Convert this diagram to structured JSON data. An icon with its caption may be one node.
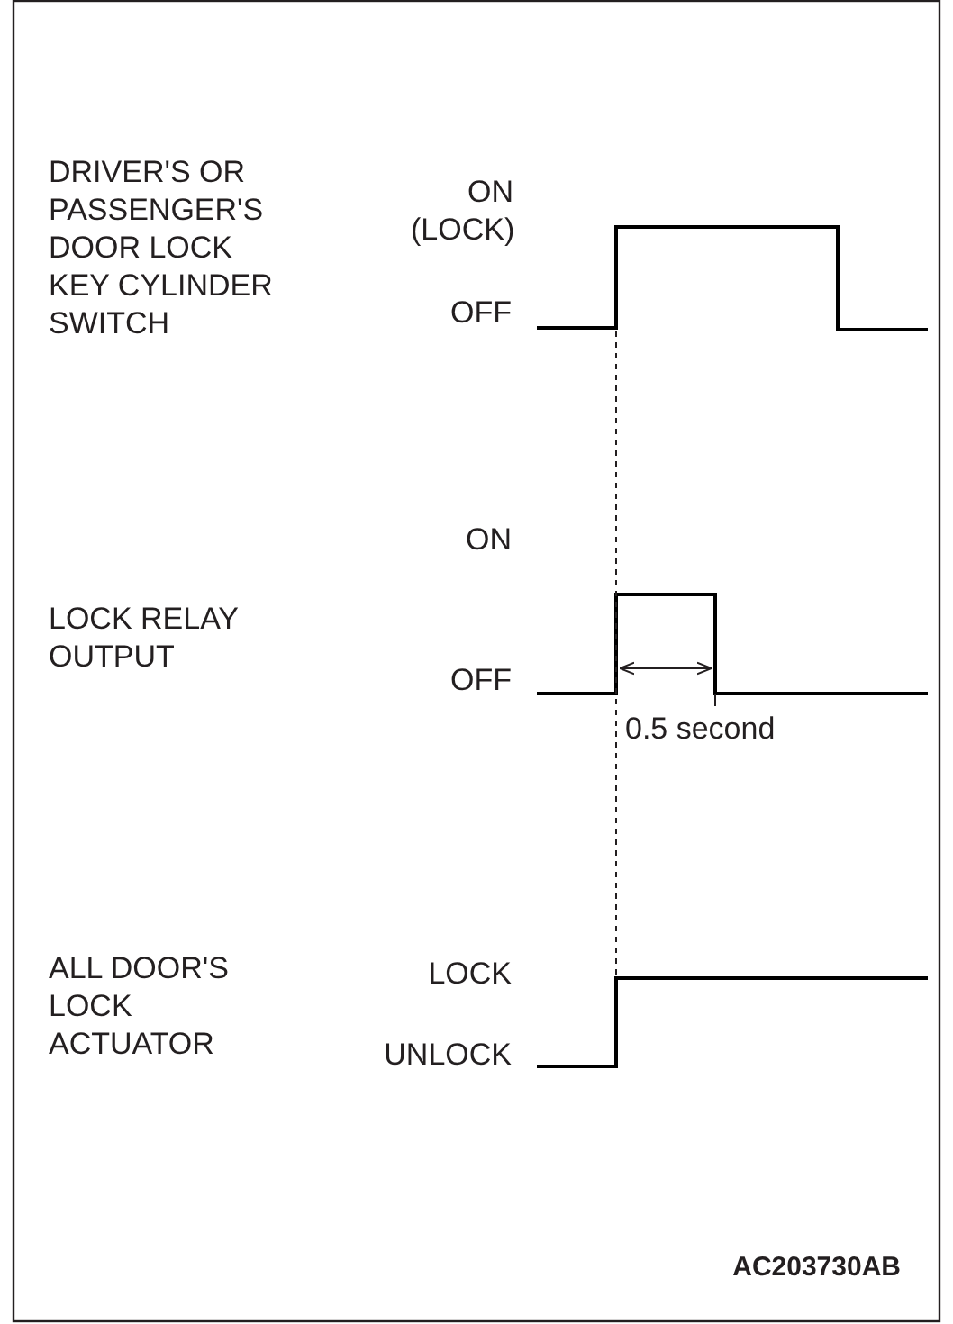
{
  "diagram": {
    "labels": [
      "DRIVER'S OR PASSENGER'S DOOR LOCK KEY CYLINDER SWITCH",
      "ON (LOCK)",
      "OFF",
      "LOCK RELAY OUTPUT",
      "ON",
      "OFF",
      "0.5 second",
      "ALL DOOR'S LOCK ACTUATOR",
      "LOCK",
      "UNLOCK",
      "AC203730AB"
    ]
  }
}
